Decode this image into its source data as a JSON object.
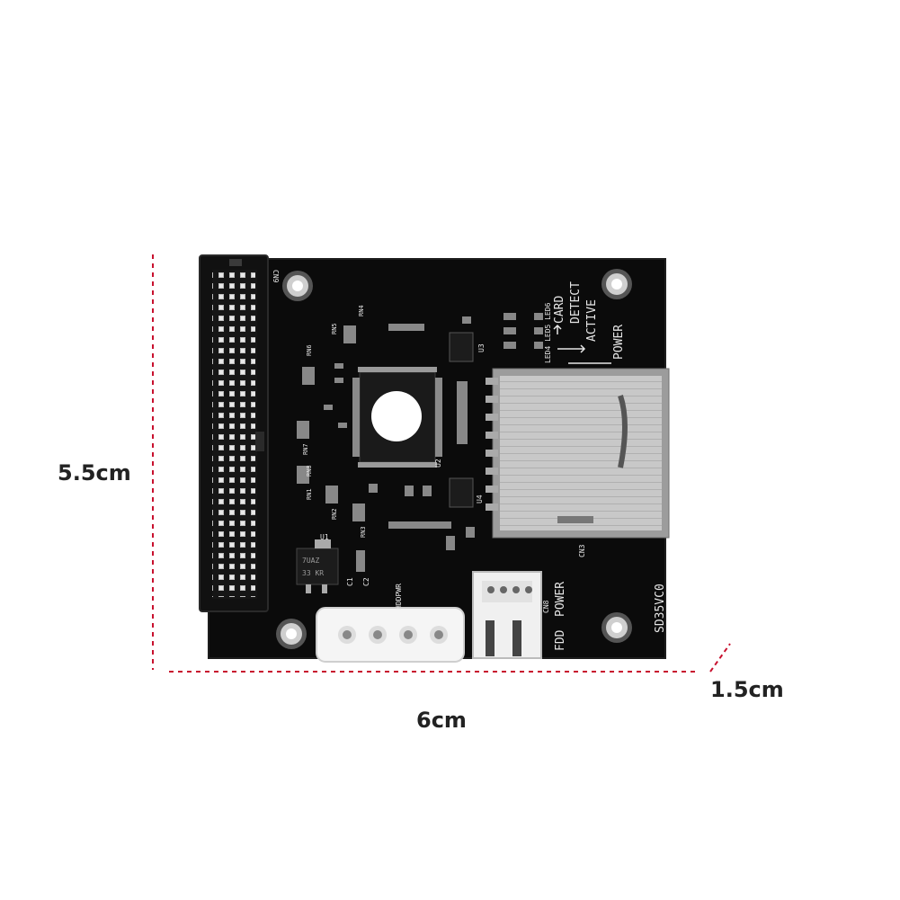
{
  "dimensions": {
    "height_label": "5.5cm",
    "width_label": "6cm",
    "depth_label": "1.5cm",
    "line_color": "#c8102e"
  },
  "board": {
    "color": "#0b0b0b",
    "silkscreen_color": "#e6e6e6",
    "labels": {
      "card_detect_1": "CARD",
      "card_detect_2": "DETECT",
      "active": "ACTIVE",
      "power": "POWER",
      "leds": "LED4 LED5 LED6",
      "fdd_power_1": "FDD",
      "fdd_power_2": "POWER",
      "model": "SD35VC0",
      "hddpwr": "HDDPWR",
      "cn9": "CN9",
      "cn8": "CN8",
      "cn3": "CN3",
      "u1": "U1",
      "u2": "U2",
      "u3": "U3",
      "u4": "U4",
      "c1": "C1",
      "c2": "C2",
      "chip_top": "7UAZ",
      "chip_bottom": "33 KR",
      "rn1": "RN1",
      "rn2": "RN2",
      "rn3": "RN3",
      "rn4": "RN4",
      "rn5": "RN5",
      "rn6": "RN6",
      "rn7": "RN7",
      "rn8": "RN8"
    }
  }
}
